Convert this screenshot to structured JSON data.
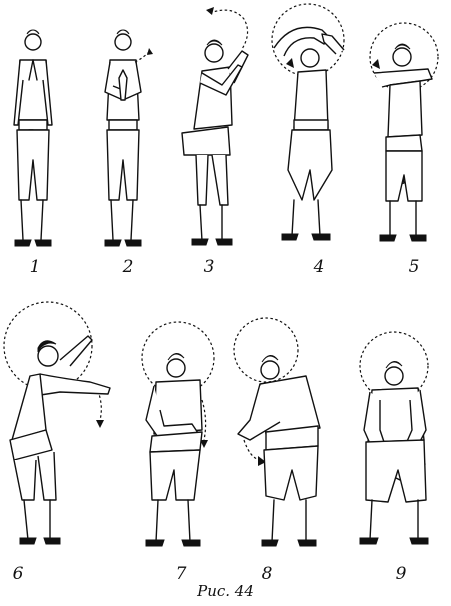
{
  "figure": {
    "caption": "Рис. 44",
    "poses": [
      {
        "label": "1"
      },
      {
        "label": "2"
      },
      {
        "label": "3"
      },
      {
        "label": "4"
      },
      {
        "label": "5"
      },
      {
        "label": "6"
      },
      {
        "label": "7"
      },
      {
        "label": "8"
      },
      {
        "label": "9"
      }
    ]
  }
}
